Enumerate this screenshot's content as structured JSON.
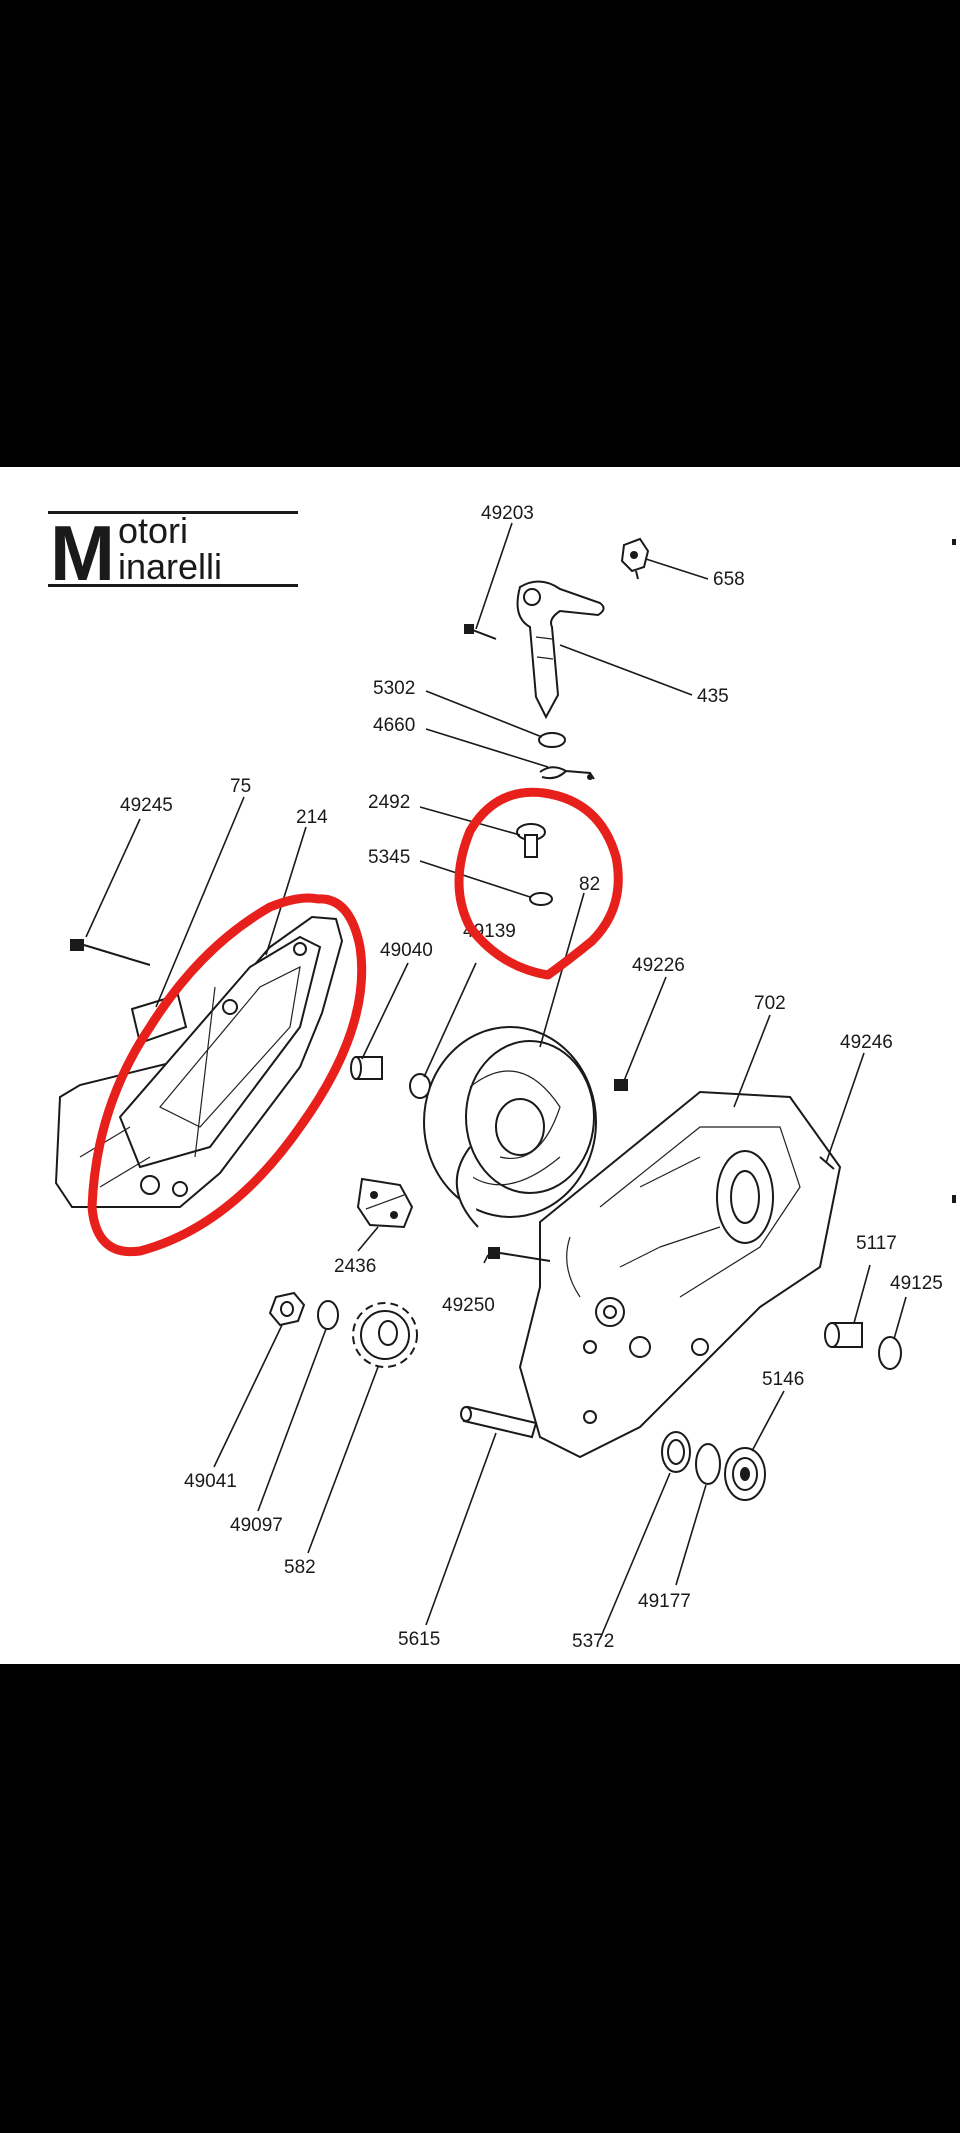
{
  "logo": {
    "line1": "otori",
    "line2": "inarelli",
    "initial": "M"
  },
  "parts": [
    {
      "id": "p49203",
      "label": "49203"
    },
    {
      "id": "p658",
      "label": "658"
    },
    {
      "id": "p435",
      "label": "435"
    },
    {
      "id": "p5302",
      "label": "5302"
    },
    {
      "id": "p4660",
      "label": "4660"
    },
    {
      "id": "p2492",
      "label": "2492"
    },
    {
      "id": "p5345",
      "label": "5345"
    },
    {
      "id": "p82",
      "label": "82"
    },
    {
      "id": "p49245",
      "label": "49245"
    },
    {
      "id": "p75",
      "label": "75"
    },
    {
      "id": "p214",
      "label": "214"
    },
    {
      "id": "p49040",
      "label": "49040"
    },
    {
      "id": "p49139",
      "label": "49139"
    },
    {
      "id": "p49226",
      "label": "49226"
    },
    {
      "id": "p702",
      "label": "702"
    },
    {
      "id": "p49246",
      "label": "49246"
    },
    {
      "id": "p2436",
      "label": "2436"
    },
    {
      "id": "p49250",
      "label": "49250"
    },
    {
      "id": "p5117",
      "label": "5117"
    },
    {
      "id": "p49125",
      "label": "49125"
    },
    {
      "id": "p49041",
      "label": "49041"
    },
    {
      "id": "p49097",
      "label": "49097"
    },
    {
      "id": "p582",
      "label": "582"
    },
    {
      "id": "p5146",
      "label": "5146"
    },
    {
      "id": "p49177",
      "label": "49177"
    },
    {
      "id": "p5615",
      "label": "5615"
    },
    {
      "id": "p5372",
      "label": "5372"
    }
  ],
  "annotations": {
    "highlight_color": "#e8201c",
    "circled_items": [
      "cover-214",
      "screw-2492-and-oring-5345"
    ]
  }
}
